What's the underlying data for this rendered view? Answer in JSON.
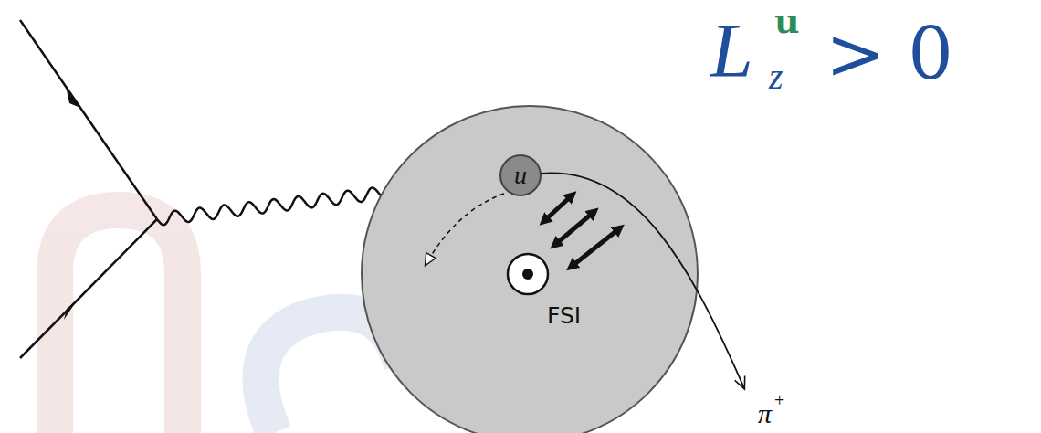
{
  "diagram": {
    "nodes": [
      {
        "text": [
          "FSI"
        ]
      },
      {
        "text": [
          "u"
        ],
        "in": 0
      }
    ],
    "labels": [
      "L",
      "u",
      "z",
      "> 0",
      "π",
      "+"
    ]
  }
}
